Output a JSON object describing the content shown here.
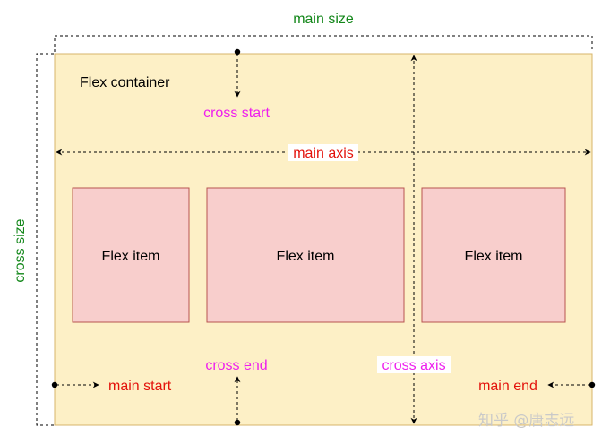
{
  "diagram": {
    "container_label": "Flex container",
    "main_size_label": "main size",
    "cross_size_label": "cross size",
    "cross_start_label": "cross start",
    "cross_end_label": "cross end",
    "main_axis_label": "main axis",
    "cross_axis_label": "cross axis",
    "main_start_label": "main start",
    "main_end_label": "main end",
    "items": [
      {
        "label": "Flex item"
      },
      {
        "label": "Flex item"
      },
      {
        "label": "Flex item"
      }
    ]
  },
  "watermark": "知乎 @唐志远",
  "colors": {
    "container_fill": "#fdf0c6",
    "container_stroke": "#d7b46a",
    "item_fill": "#f8cecc",
    "item_stroke": "#b85450",
    "size_label": "#13871a",
    "cross_label": "#ee1fee",
    "main_label": "#e3120b",
    "arrow": "#000000"
  }
}
